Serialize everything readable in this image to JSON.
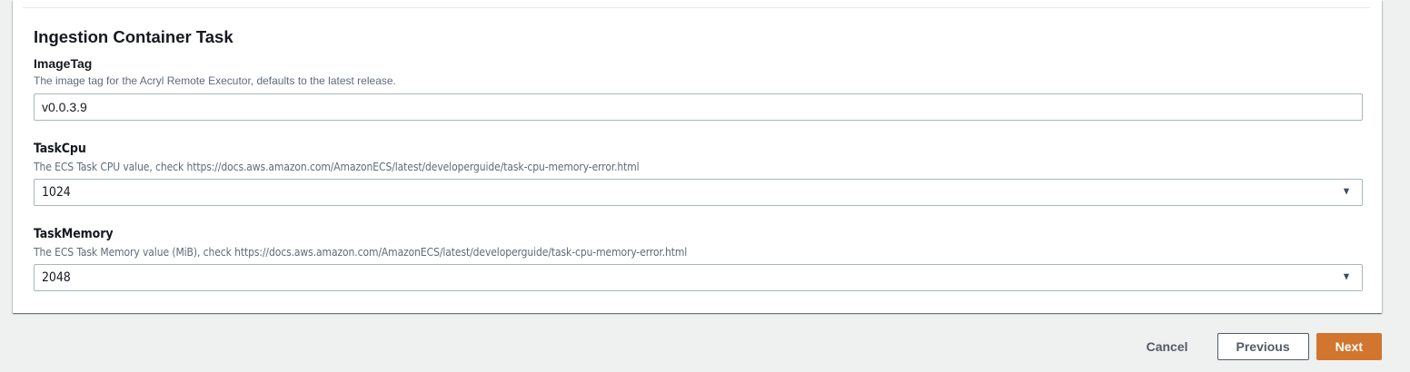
{
  "group": {
    "title": "Ingestion Container Task",
    "fields": [
      {
        "label": "ImageTag",
        "description": "The image tag for the Acryl Remote Executor, defaults to the latest release.",
        "value": "v0.0.3.9",
        "control": "text-input"
      },
      {
        "label": "TaskCpu",
        "description": "The ECS Task CPU value, check https://docs.aws.amazon.com/AmazonECS/latest/developerguide/task-cpu-memory-error.html",
        "value": "1024",
        "control": "select"
      },
      {
        "label": "TaskMemory",
        "description": "The ECS Task Memory value (MiB), check https://docs.aws.amazon.com/AmazonECS/latest/developerguide/task-cpu-memory-error.html",
        "value": "2048",
        "control": "select"
      }
    ]
  },
  "actions": {
    "cancel_label": "Cancel",
    "previous_label": "Previous",
    "next_label": "Next"
  },
  "icons": {
    "select_caret_glyph": "▼"
  },
  "colors": {
    "page_background": "#eff1f1",
    "card_background": "#ffffff",
    "primary_button": "#d2752e",
    "secondary_button_border": "#545b64",
    "input_border": "#aab7b8",
    "text_primary": "#16191f",
    "text_secondary": "#5f6b7a"
  }
}
